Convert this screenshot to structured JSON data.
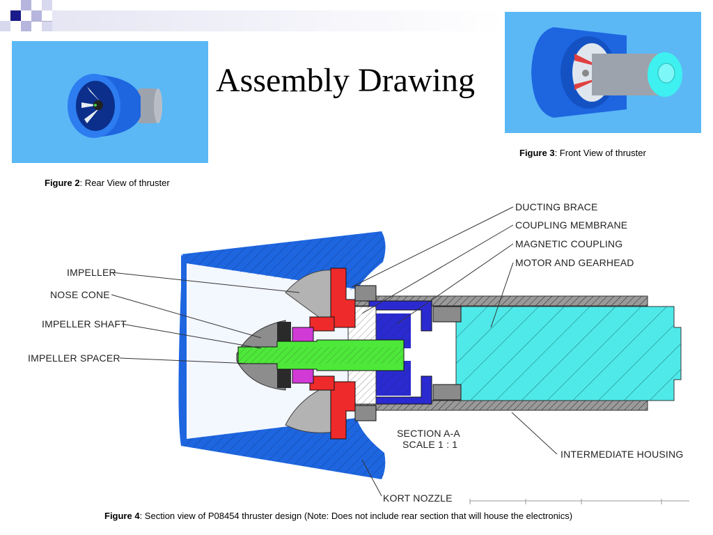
{
  "slide": {
    "title": "Assembly Drawing"
  },
  "figures": {
    "rear": {
      "label": "Figure 2",
      "text": ": Rear View of thruster"
    },
    "front": {
      "label": "Figure 3",
      "text": ": Front View of thruster"
    },
    "section": {
      "label": "Figure 4",
      "text": ": Section view of P08454 thruster design (Note: Does not include rear section that will house the electronics)"
    }
  },
  "diagram": {
    "labels": {
      "ducting_brace": "DUCTING BRACE",
      "coupling_membrane": "COUPLING MEMBRANE",
      "magnetic_coupling": "MAGNETIC COUPLING",
      "motor_gearhead": "MOTOR AND GEARHEAD",
      "impeller": "IMPELLER",
      "nose_cone": "NOSE CONE",
      "impeller_shaft": "IMPELLER SHAFT",
      "impeller_spacer": "IMPELLER SPACER",
      "section_line1": "SECTION A-A",
      "section_line2": "SCALE 1 : 1",
      "intermediate_housing": "INTERMEDIATE HOUSING",
      "kort_nozzle": "KORT NOZZLE"
    }
  },
  "colors": {
    "nozzle_blue": "#1e66e0",
    "impeller_red": "#ee2a2a",
    "shaft_green": "#4ee83a",
    "spacer_magenta": "#d23ad6",
    "coupling_navy": "#2b2ad0",
    "motor_cyan": "#4fe9e9",
    "housing_gray": "#9a9a9a",
    "background_blue": "#5bb8f5"
  }
}
